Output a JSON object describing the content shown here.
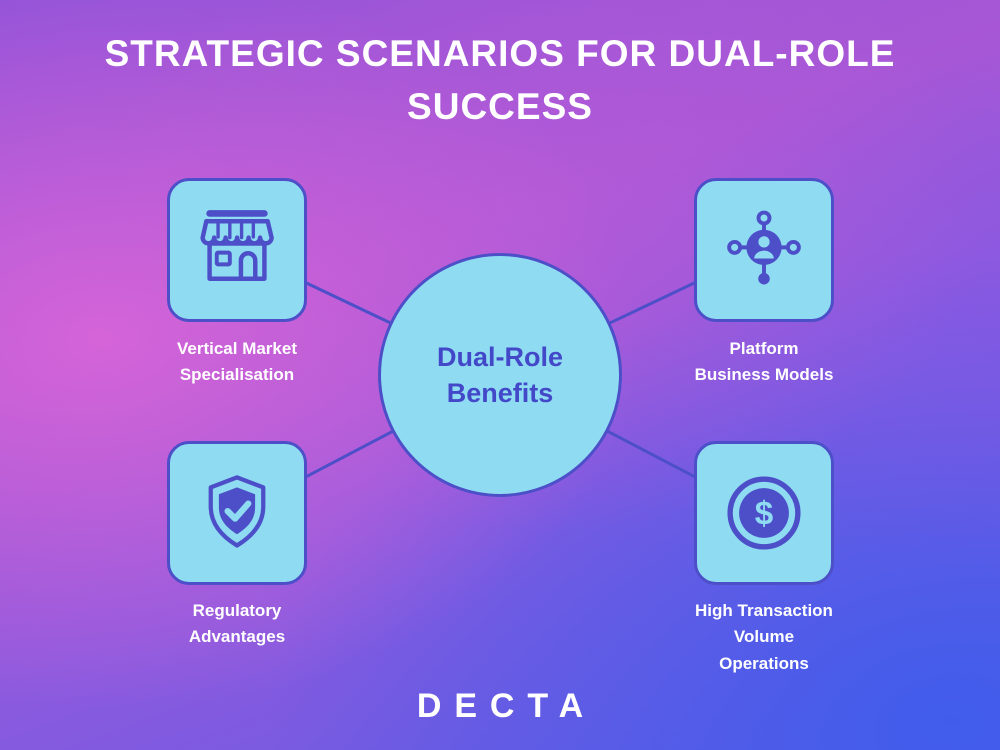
{
  "title": "STRATEGIC SCENARIOS FOR DUAL-ROLE SUCCESS",
  "center_node": {
    "label": "Dual-Role\nBenefits"
  },
  "nodes": [
    {
      "label": "Vertical Market\nSpecialisation",
      "icon": "storefront-icon"
    },
    {
      "label": "Platform\nBusiness Models",
      "icon": "network-person-icon"
    },
    {
      "label": "Regulatory\nAdvantages",
      "icon": "shield-check-icon"
    },
    {
      "label": "High Transaction\nVolume\nOperations",
      "icon": "dollar-coin-icon"
    }
  ],
  "footer": {
    "logo_text": "DECTA"
  },
  "colors": {
    "accent_indigo": "#4d4fc8",
    "node_fill": "#8edbf2",
    "text_white": "#ffffff"
  }
}
